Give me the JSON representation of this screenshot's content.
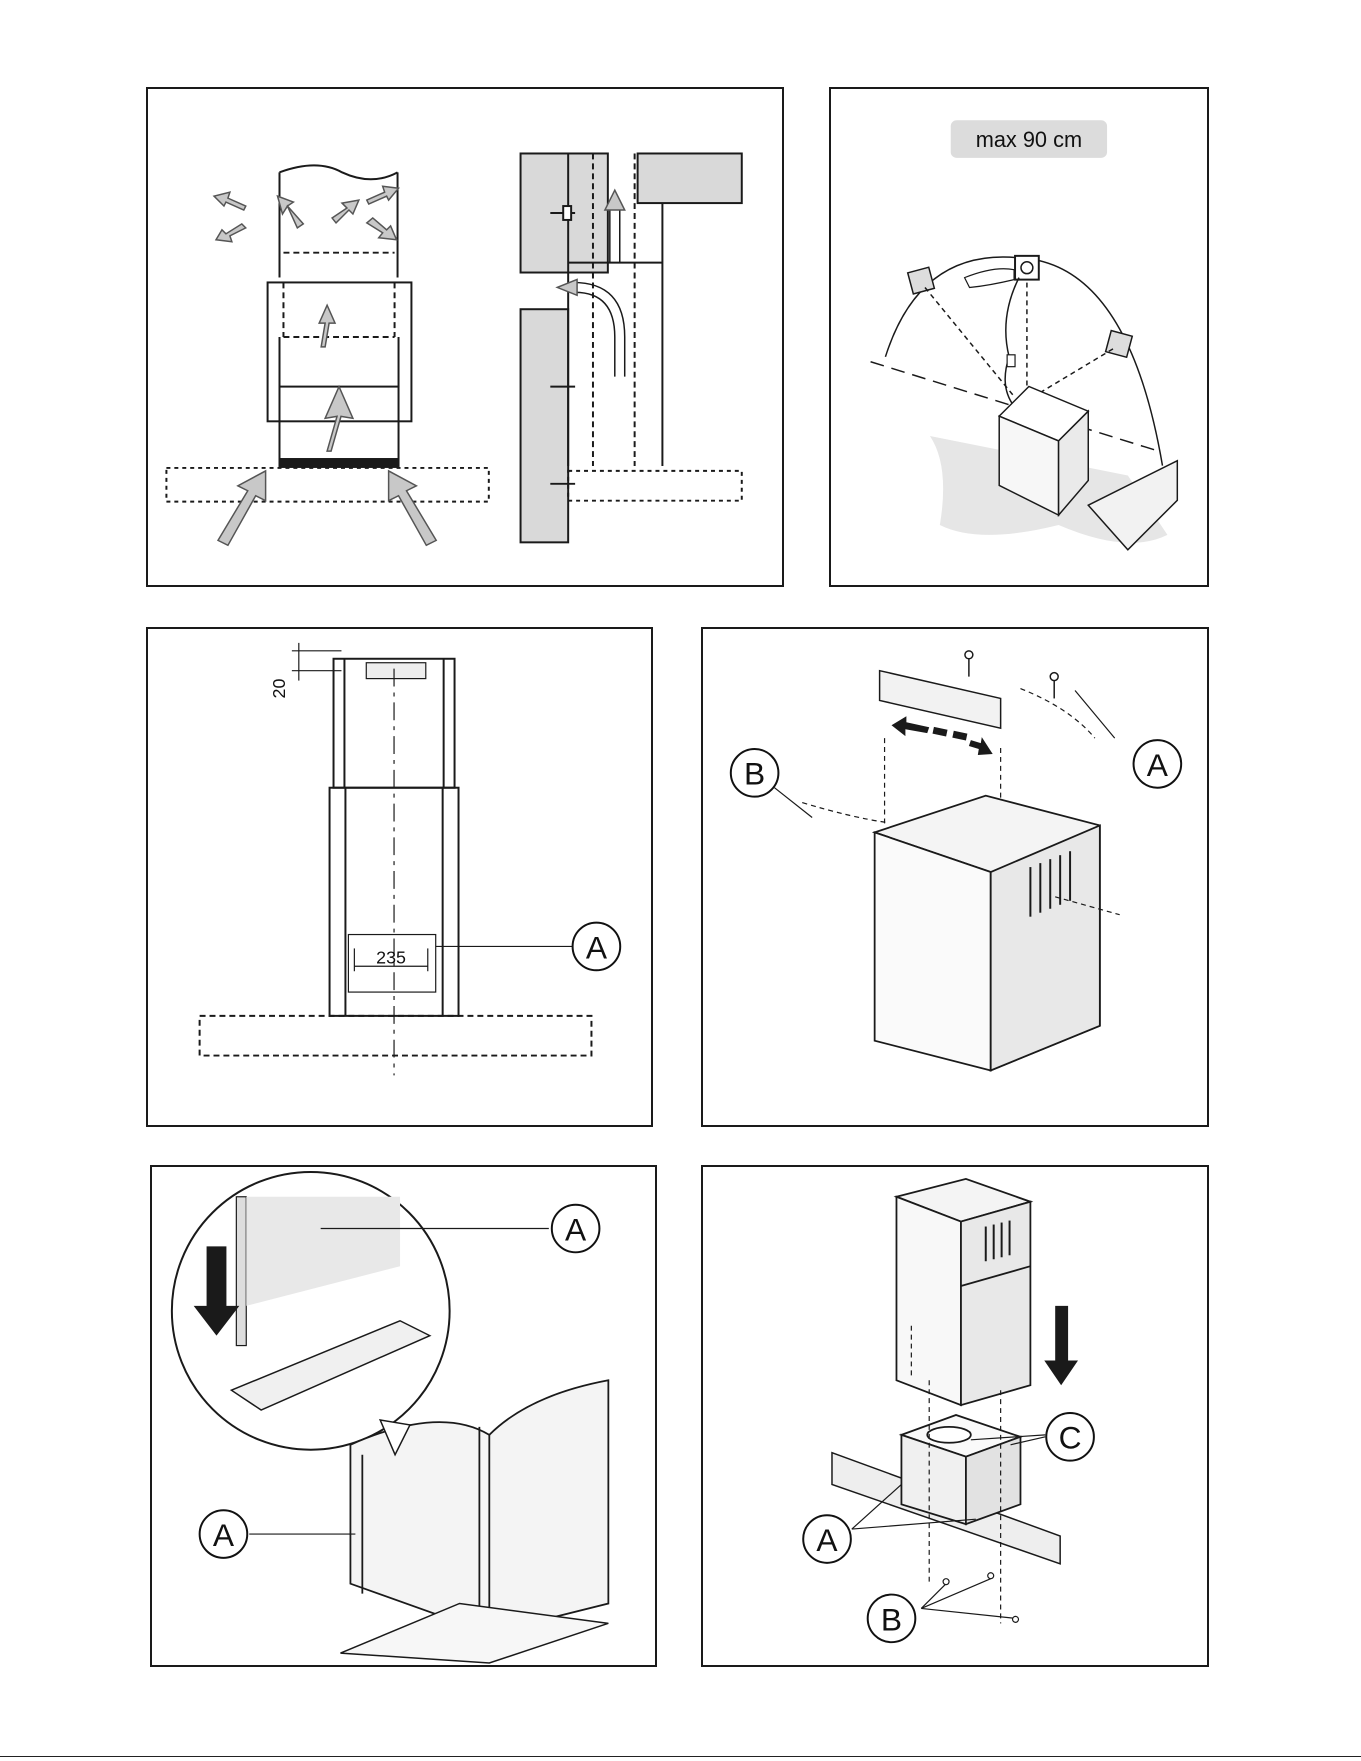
{
  "panels": {
    "panel1": {},
    "panel2": {
      "badge": "max 90 cm"
    },
    "panel3": {
      "dim_top": "20",
      "dim_width": "235",
      "label_a": "A"
    },
    "panel4": {
      "label_a": "A",
      "label_b": "B"
    },
    "panel5": {
      "label_a_top": "A",
      "label_a_bottom": "A"
    },
    "panel6": {
      "label_a": "A",
      "label_b": "B",
      "label_c": "C"
    }
  },
  "colors": {
    "line": "#1a1a1a",
    "gray_fill": "#d9d9d9",
    "arrow_fill": "#c8c8c8",
    "badge_bg": "#dcdcdc"
  }
}
